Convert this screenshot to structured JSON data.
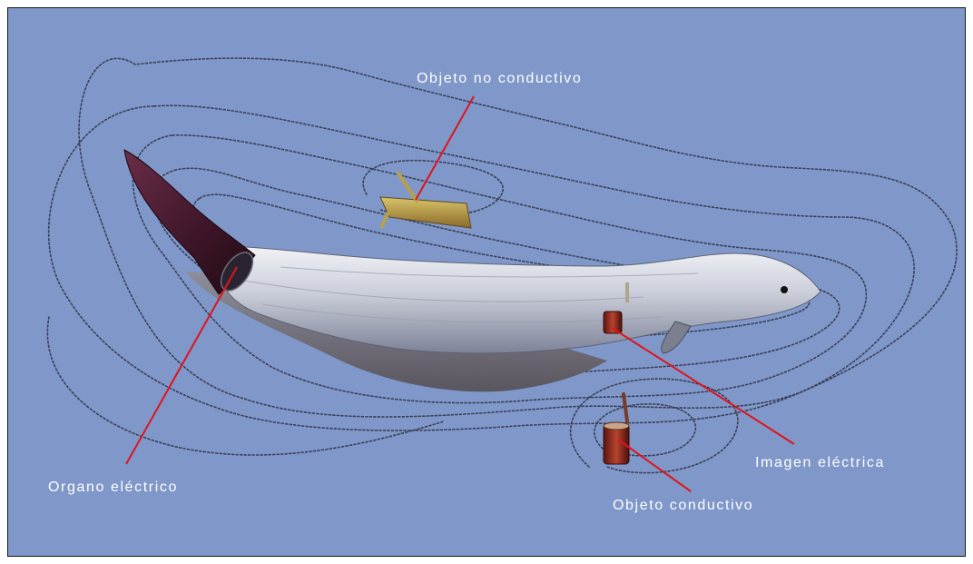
{
  "labels": {
    "non_conductive_object": "Objeto no conductivo",
    "electric_organ": "Organo eléctrico",
    "electric_image": "Imagen eléctrica",
    "conductive_object": "Objeto conductivo"
  },
  "colors": {
    "background": "#7f97c9",
    "field_lines": "#3a3f55",
    "leader_lines": "#e0141c",
    "label_text": "#ffffff",
    "fish_body": "#cfd3de",
    "electric_organ": "#4a1f33"
  }
}
